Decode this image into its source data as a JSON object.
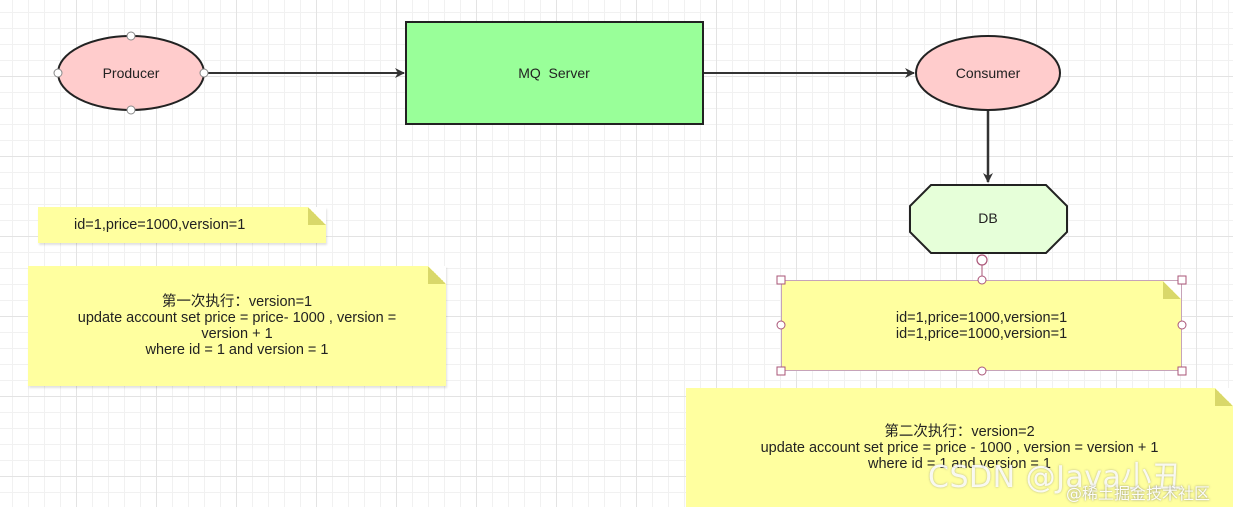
{
  "nodes": {
    "producer": {
      "label": "Producer",
      "fill": "#ffcccc",
      "stroke": "#222222"
    },
    "mq_server": {
      "label": "MQ  Server",
      "fill": "#99ff99",
      "stroke": "#222222"
    },
    "consumer": {
      "label": "Consumer",
      "fill": "#ffcccc",
      "stroke": "#222222"
    },
    "db": {
      "label": "DB",
      "fill": "#e6ffd9",
      "stroke": "#222222"
    }
  },
  "notes": {
    "initial": {
      "lines": [
        "id=1,price=1000,version=1"
      ]
    },
    "first_execution": {
      "lines": [
        "第一次执行：version=1",
        "update account set price = price- 1000 , version =",
        "version + 1",
        "where id = 1 and version = 1"
      ]
    },
    "consumer_state": {
      "lines": [
        "id=1,price=1000,version=1",
        "id=1,price=1000,version=1"
      ]
    },
    "second_execution": {
      "lines": [
        "第二次执行：version=2",
        "update account set price = price - 1000 , version = version + 1",
        "where id = 1 and version = 1"
      ]
    }
  },
  "edges": [
    {
      "from": "Producer",
      "to": "MQ  Server"
    },
    {
      "from": "MQ  Server",
      "to": "Consumer"
    },
    {
      "from": "Consumer",
      "to": "DB"
    }
  ],
  "watermark": {
    "csdn": "CSDN @Java小丑",
    "juejin": "@稀土掘金技术社区"
  },
  "colors": {
    "note_fill": "#ffff9f",
    "edge": "#333333",
    "handle_stroke": "#aa5577"
  }
}
